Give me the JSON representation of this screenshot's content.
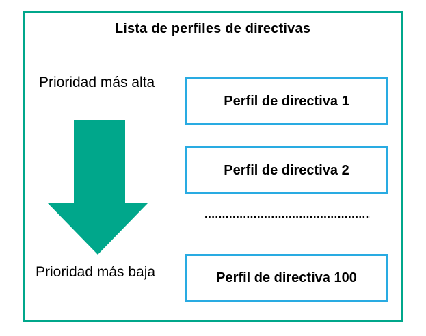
{
  "diagram": {
    "title": "Lista de perfiles de directivas",
    "priority_labels": {
      "highest": "Prioridad más alta",
      "lowest": "Prioridad más baja"
    },
    "boxes": [
      {
        "label": "Perfil de directiva 1"
      },
      {
        "label": "Perfil de directiva 2"
      },
      {
        "label": "Perfil de directiva 100"
      }
    ],
    "separator_dots": "..................................................",
    "colors": {
      "frame": "#00A78B",
      "arrow": "#00A78B",
      "box_border": "#29ABE2",
      "text": "#000000",
      "background": "#FFFFFF"
    }
  }
}
